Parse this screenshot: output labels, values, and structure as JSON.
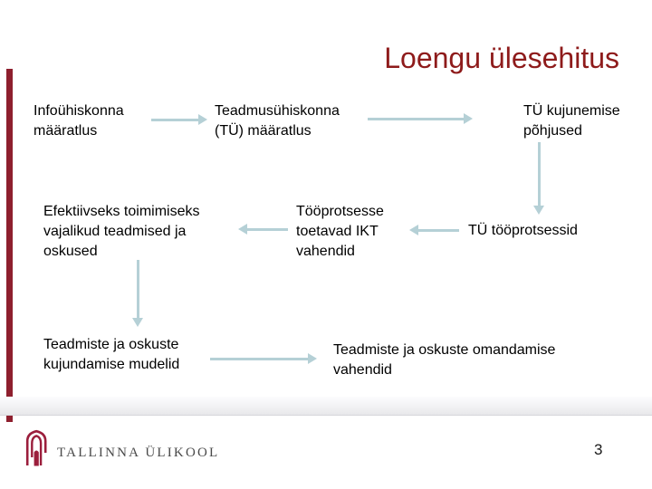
{
  "slide": {
    "title": "Loengu ülesehitus",
    "page_number": "3",
    "colors": {
      "title_red": "#8e1b1b",
      "left_bar_red": "#8e1f2e",
      "arrow_blue": "#b5d0d6",
      "logo_maroon": "#9b1e3c",
      "logo_text_gray": "#4a4a4a",
      "footer_band_gray": "#e8e8eb"
    },
    "diagram": {
      "nodes": [
        {
          "id": "infouhiskonna",
          "text": "Infoühiskonna\nmääratlus"
        },
        {
          "id": "teadmusuhiskonna",
          "text": "Teadmusühiskonna\n(TÜ) määratlus"
        },
        {
          "id": "tu-kujunemise",
          "text": "TÜ kujunemise\npõhjused"
        },
        {
          "id": "efektiivseks",
          "text": "Efektiivseks toimimiseks\nvajalikud teadmised ja\noskused"
        },
        {
          "id": "tooprotsesse",
          "text": "Tööprotsesse\ntoetavad IKT\nvahendid"
        },
        {
          "id": "tu-tooprotsessid",
          "text": "TÜ tööprotsessid"
        },
        {
          "id": "teadmiste-kujundamise",
          "text": "Teadmiste ja oskuste\nkujundamise mudelid"
        },
        {
          "id": "teadmiste-omandamise",
          "text": "Teadmiste ja oskuste omandamise\nvahendid"
        }
      ],
      "connectors": [
        "infouhiskonna → teadmusuhiskonna",
        "teadmusuhiskonna → tu-kujunemise",
        "tu-kujunemise ↓ tu-tooprotsessid",
        "tu-tooprotsessid → tooprotsesse",
        "tooprotsesse → efektiivseks",
        "efektiivseks ↓ teadmiste-kujundamise",
        "teadmiste-kujundamise → teadmiste-omandamise"
      ]
    },
    "footer": {
      "logo_text": "TALLINNA ÜLIKOOL"
    }
  }
}
